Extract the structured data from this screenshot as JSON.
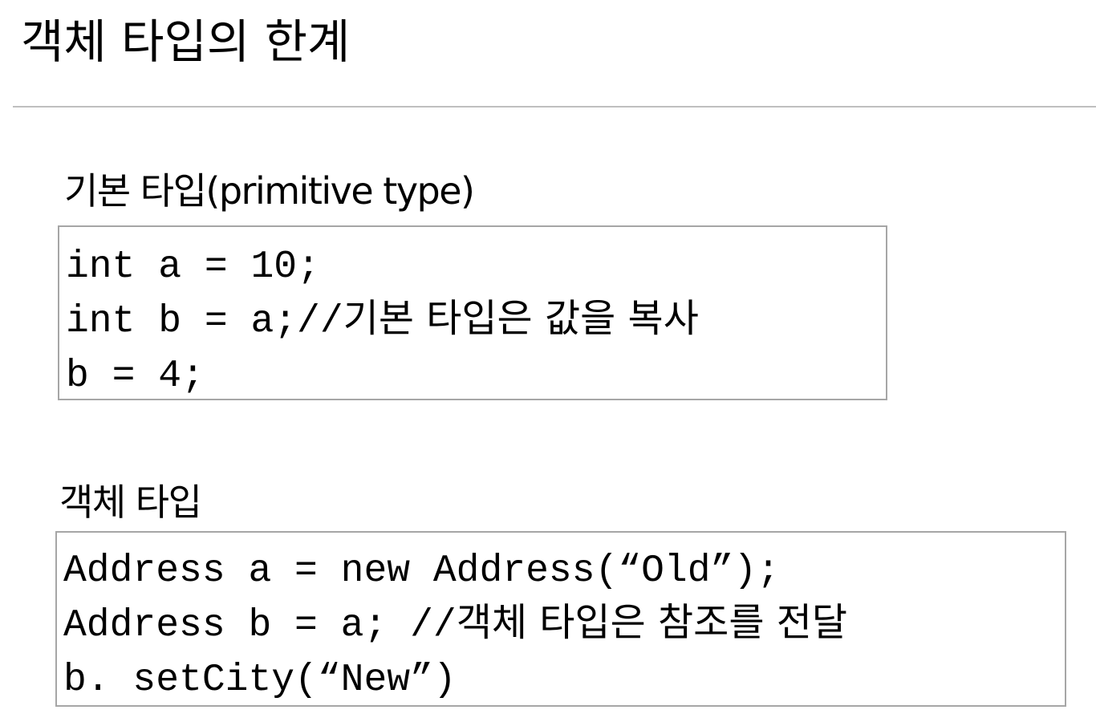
{
  "slide": {
    "title": "객체 타입의 한계"
  },
  "primitive": {
    "heading": "기본 타입(primitive type)",
    "lines": [
      {
        "code": "int a = 10;",
        "comment": ""
      },
      {
        "code": "int b = a;//",
        "comment": "기본 타입은 값을 복사"
      },
      {
        "code": "b = 4;",
        "comment": ""
      }
    ]
  },
  "object": {
    "heading": "객체 타입",
    "lines": [
      {
        "code": "Address a = new Address(“Old”);",
        "comment": ""
      },
      {
        "code": "Address b = a; //",
        "comment": "객체 타입은 참조를 전달"
      },
      {
        "code": "b. setCity(“New”)",
        "comment": ""
      }
    ]
  }
}
